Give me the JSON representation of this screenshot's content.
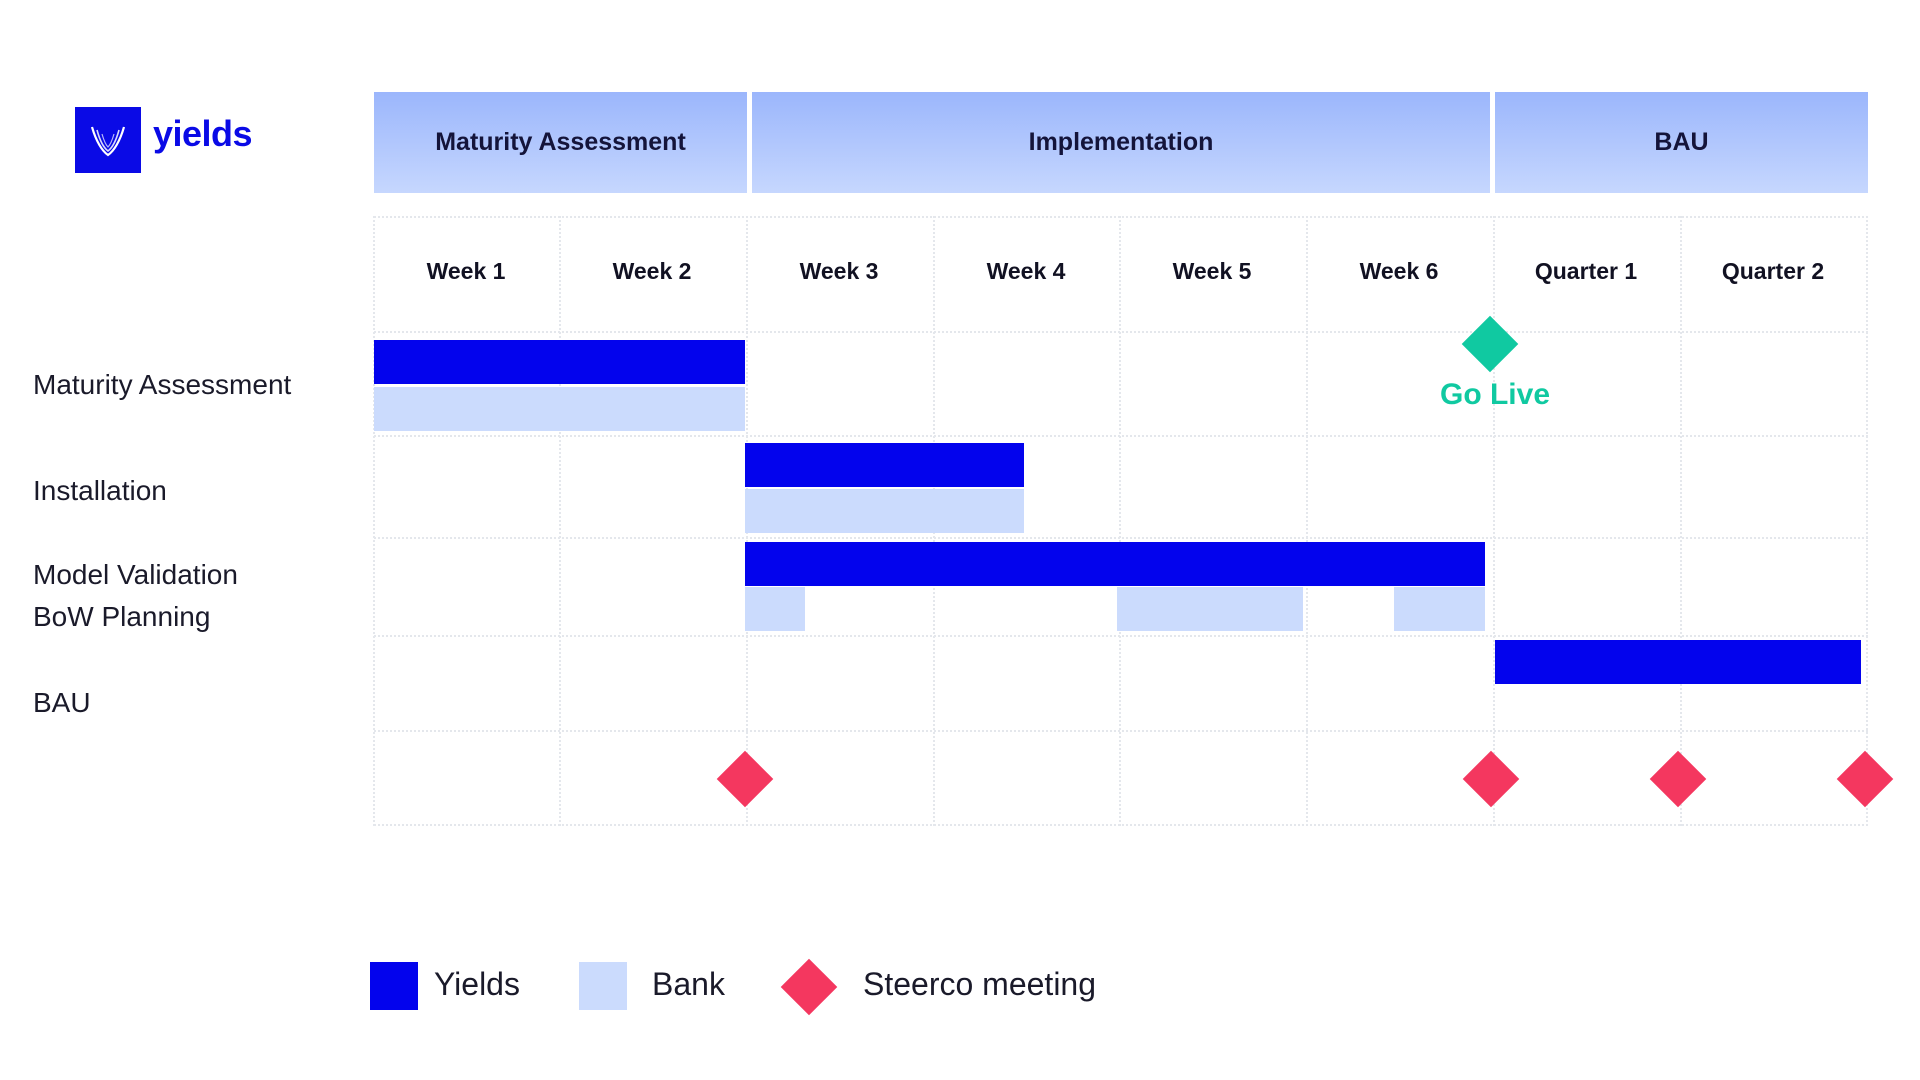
{
  "logo": {
    "text": "yields",
    "icon": "yields-logo-icon"
  },
  "phases": [
    "Maturity Assessment",
    "Implementation",
    "BAU"
  ],
  "periods": [
    "Week 1",
    "Week 2",
    "Week 3",
    "Week 4",
    "Week 5",
    "Week 6",
    "Quarter 1",
    "Quarter 2"
  ],
  "rows": [
    "Maturity Assessment",
    "Installation",
    "Model Validation",
    "BoW Planning",
    "BAU"
  ],
  "milestone": {
    "label": "Go Live",
    "color": "#10c9a1"
  },
  "legend": {
    "yields": "Yields",
    "bank": "Bank",
    "steerco": "Steerco meeting"
  },
  "colors": {
    "yields": "#0303ed",
    "bank": "#cbdbfd",
    "steerco": "#f4375f",
    "go_live": "#10c9a1",
    "phase_header": "#9bb6fc"
  }
}
